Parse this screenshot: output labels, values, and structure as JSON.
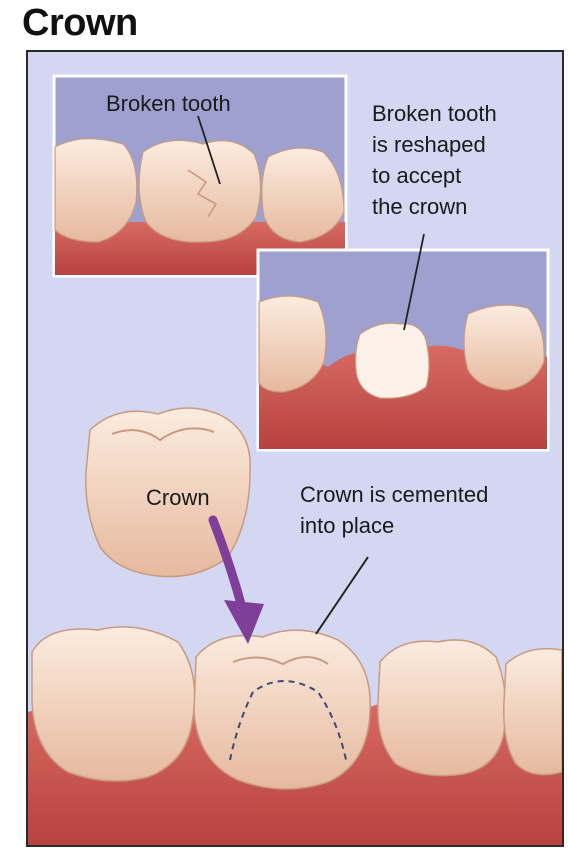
{
  "title": "Crown",
  "labels": {
    "broken_tooth": "Broken tooth",
    "reshaped": [
      "Broken tooth",
      "is reshaped",
      "to accept",
      "the crown"
    ],
    "crown": "Crown",
    "cemented": [
      "Crown is cemented",
      "into place"
    ]
  },
  "colors": {
    "background": "#d3d7f1",
    "panel_sky": "#9ea1cf",
    "gum": "#c9534f",
    "tooth": "#f4d8c2",
    "arrow": "#7f3f98"
  }
}
